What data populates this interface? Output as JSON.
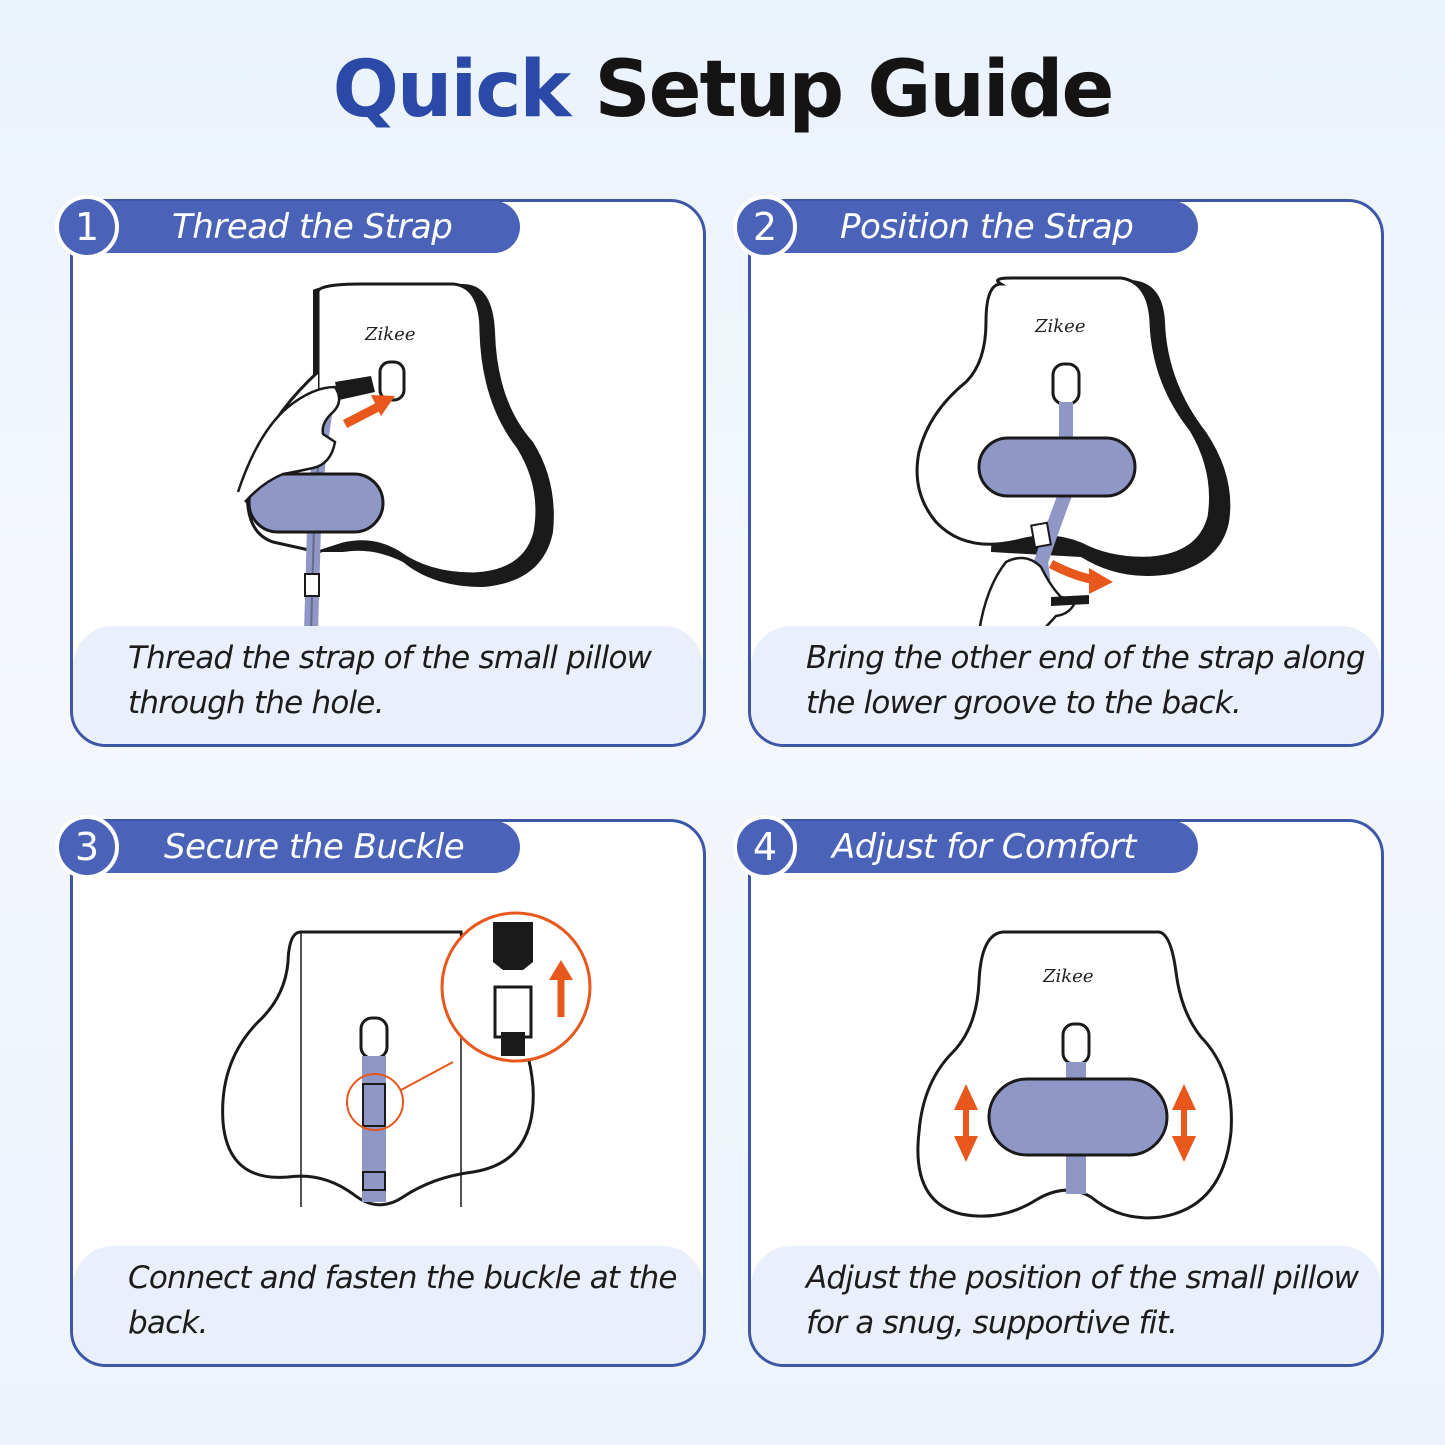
{
  "title": {
    "word1": "Quick",
    "word2": "Setup Guide"
  },
  "brand": "Zikee",
  "steps": [
    {
      "number": "1",
      "heading": "Thread the Strap",
      "caption": [
        "Thread the strap of the small pillow",
        "through the hole."
      ]
    },
    {
      "number": "2",
      "heading": "Position the Strap",
      "caption": [
        "Bring the other end of the strap along",
        "the lower groove to the back."
      ]
    },
    {
      "number": "3",
      "heading": "Secure the Buckle",
      "caption": [
        "Connect and fasten the buckle at the",
        "back."
      ]
    },
    {
      "number": "4",
      "heading": "Adjust for Comfort",
      "caption": [
        "Adjust the position of the small pillow",
        "for a snug, supportive fit."
      ]
    }
  ],
  "colors": {
    "accent": "#4a63b8",
    "title_blue": "#2b4aa8",
    "arrow": "#e8571c",
    "strap": "#8e97c6",
    "caption_bg": "#e9f0fb"
  },
  "icons": [
    "hand-icon",
    "arrow-icon",
    "buckle-icon",
    "up-down-arrow-icon"
  ]
}
